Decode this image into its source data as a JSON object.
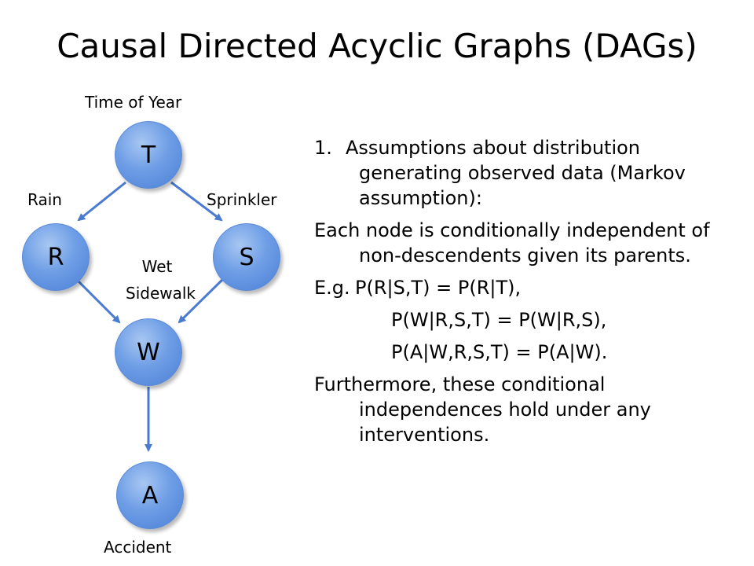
{
  "title": "Causal Directed Acyclic Graphs (DAGs)",
  "diagram": {
    "nodes": [
      {
        "id": "T",
        "label": "T",
        "caption": "Time of Year"
      },
      {
        "id": "R",
        "label": "R",
        "caption": "Rain"
      },
      {
        "id": "S",
        "label": "S",
        "caption": "Sprinkler"
      },
      {
        "id": "W",
        "label": "W",
        "caption": "Wet Sidewalk"
      },
      {
        "id": "A",
        "label": "A",
        "caption": "Accident"
      }
    ],
    "edges": [
      {
        "from": "T",
        "to": "R"
      },
      {
        "from": "T",
        "to": "S"
      },
      {
        "from": "R",
        "to": "W"
      },
      {
        "from": "S",
        "to": "W"
      },
      {
        "from": "W",
        "to": "A"
      }
    ],
    "wet_caption_line1": "Wet",
    "wet_caption_line2": "Sidewalk",
    "colors": {
      "node_fill": "#6f9ee6",
      "edge": "#4a7bd0"
    }
  },
  "text": {
    "item1_number": "1.",
    "item1_text": "Assumptions about distribution generating observed data (Markov assumption):",
    "para2": "Each node is conditionally independent of non-descendents given its parents.",
    "eg_prefix": "E.g.",
    "eq1": "P(R|S,T) = P(R|T),",
    "eq2": "P(W|R,S,T) = P(W|R,S),",
    "eq3": "P(A|W,R,S,T) = P(A|W).",
    "para4": "Furthermore, these conditional independences hold under any interventions."
  }
}
